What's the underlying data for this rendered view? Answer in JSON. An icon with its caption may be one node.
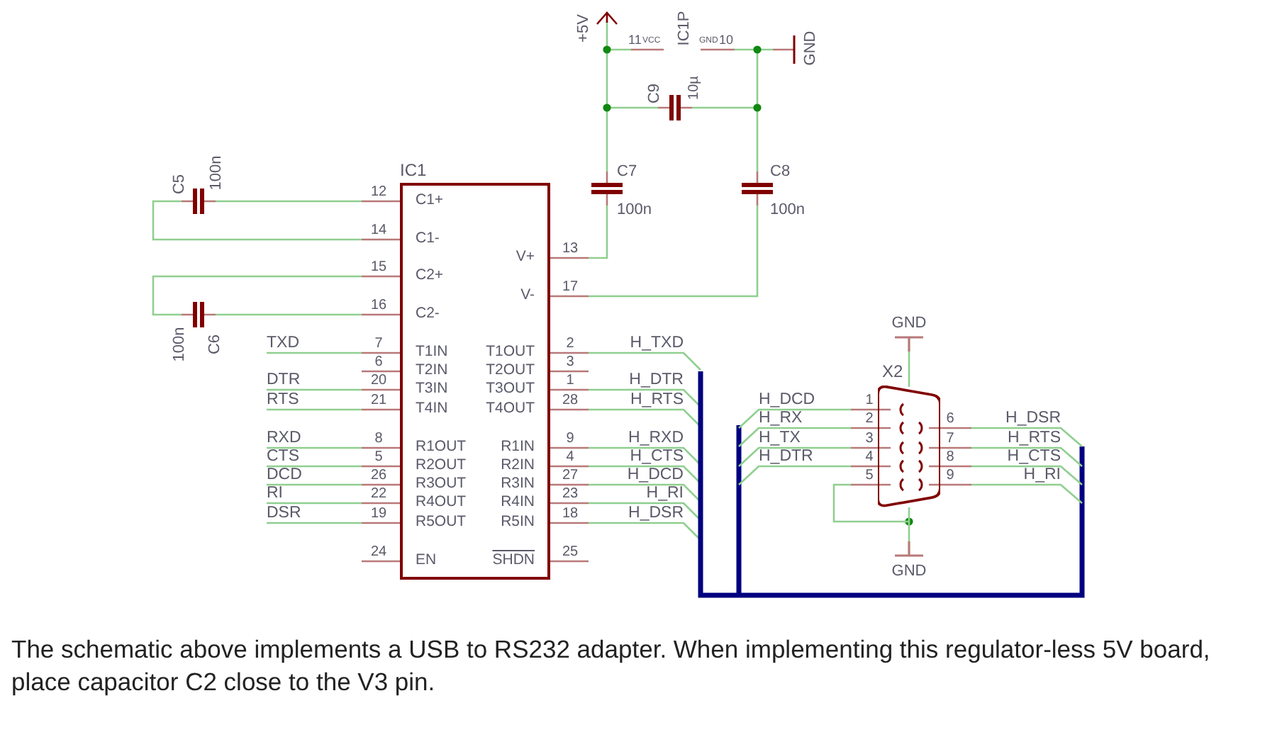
{
  "diagram": {
    "caption": "The schematic above implements a USB to RS232 adapter. When implementing this regulator-less 5V board, place capacitor C2 close to the V3 pin.",
    "nodes": [
      {
        "text": [
          "IC1"
        ]
      },
      {
        "text": [
          "X2"
        ]
      }
    ],
    "labels": [
      "+5V",
      "11",
      "VCC",
      "IC1P",
      "GND",
      "10",
      "GND",
      "C9",
      "10µ",
      "C5",
      "100n",
      "C7",
      "C8",
      "100n",
      "100n",
      "12",
      "C1+",
      "14",
      "C1-",
      "V+",
      "13",
      "15",
      "C2+",
      "V-",
      "17",
      "16",
      "C2-",
      "100n",
      "C6",
      "GND",
      "TXD",
      "7",
      "T1IN",
      "T1OUT",
      "2",
      "H_TXD",
      "6",
      "T2IN",
      "T2OUT",
      "3",
      "DTR",
      "20",
      "T3IN",
      "T3OUT",
      "1",
      "H_DTR",
      "RTS",
      "21",
      "T4IN",
      "T4OUT",
      "28",
      "H_RTS",
      "H_DCD",
      "1",
      "H_RX",
      "2",
      "6",
      "H_DSR",
      "RXD",
      "8",
      "R1OUT",
      "R1IN",
      "9",
      "H_RXD",
      "H_TX",
      "3",
      "7",
      "H_RTS",
      "CTS",
      "5",
      "R2OUT",
      "R2IN",
      "4",
      "H_CTS",
      "H_DTR",
      "4",
      "8",
      "H_CTS",
      "DCD",
      "26",
      "R3OUT",
      "R3IN",
      "27",
      "H_DCD",
      "5",
      "9",
      "H_RI",
      "RI",
      "22",
      "R4OUT",
      "R4IN",
      "23",
      "H_RI",
      "DSR",
      "19",
      "R5OUT",
      "R5IN",
      "18",
      "H_DSR",
      "24",
      "EN",
      "SHDN",
      "25",
      "GND"
    ]
  }
}
